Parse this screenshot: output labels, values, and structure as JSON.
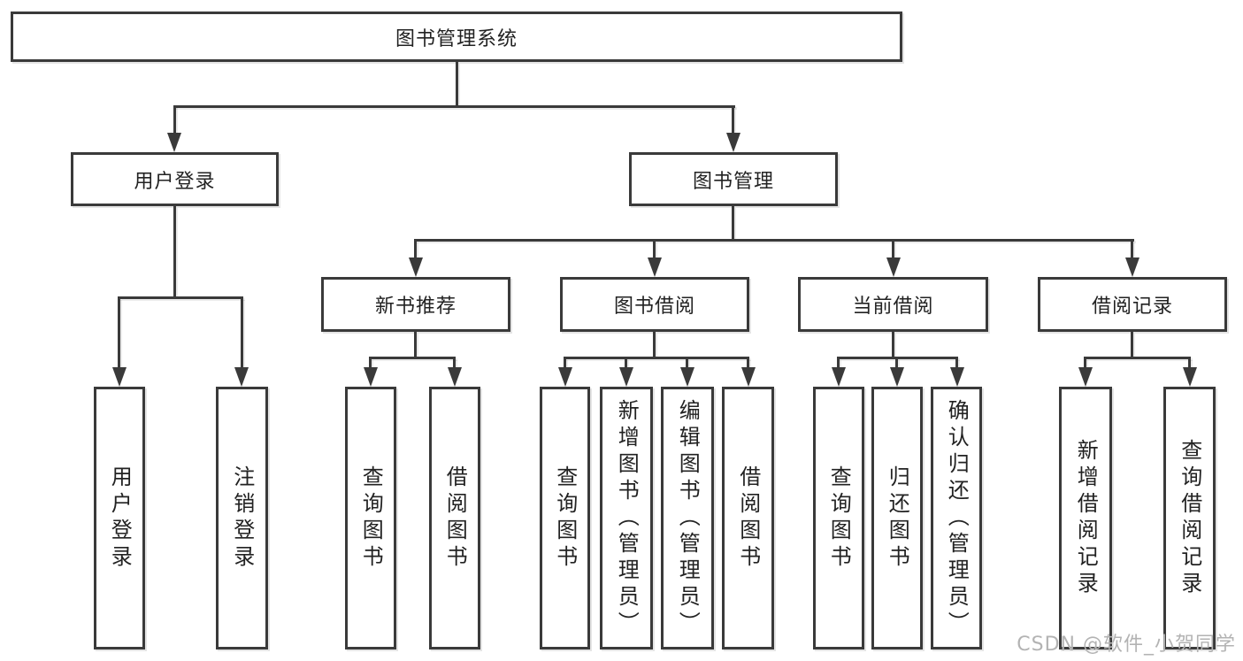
{
  "diagram": {
    "title": "图书管理系统",
    "root": {
      "label": "图书管理系统"
    },
    "branches": [
      {
        "label": "用户登录",
        "children": [
          {
            "label": "用户登录"
          },
          {
            "label": "注销登录"
          }
        ]
      },
      {
        "label": "图书管理",
        "sections": [
          {
            "label": "新书推荐",
            "children": [
              {
                "label": "查询图书"
              },
              {
                "label": "借阅图书"
              }
            ]
          },
          {
            "label": "图书借阅",
            "children": [
              {
                "label": "查询图书"
              },
              {
                "label": "新增图书（管理员）"
              },
              {
                "label": "编辑图书（管理员）"
              },
              {
                "label": "借阅图书"
              }
            ]
          },
          {
            "label": "当前借阅",
            "children": [
              {
                "label": "查询图书"
              },
              {
                "label": "归还图书"
              },
              {
                "label": "确认归还（管理员）"
              }
            ]
          },
          {
            "label": "借阅记录",
            "children": [
              {
                "label": "新增借阅记录"
              },
              {
                "label": "查询借阅记录"
              }
            ]
          }
        ]
      }
    ]
  },
  "watermark": {
    "text": "CSDN @软件_小贺同学"
  },
  "colors": {
    "line": "#3a3a3a",
    "text": "#222222",
    "watermark": "#b3b3b3",
    "background": "#ffffff"
  }
}
